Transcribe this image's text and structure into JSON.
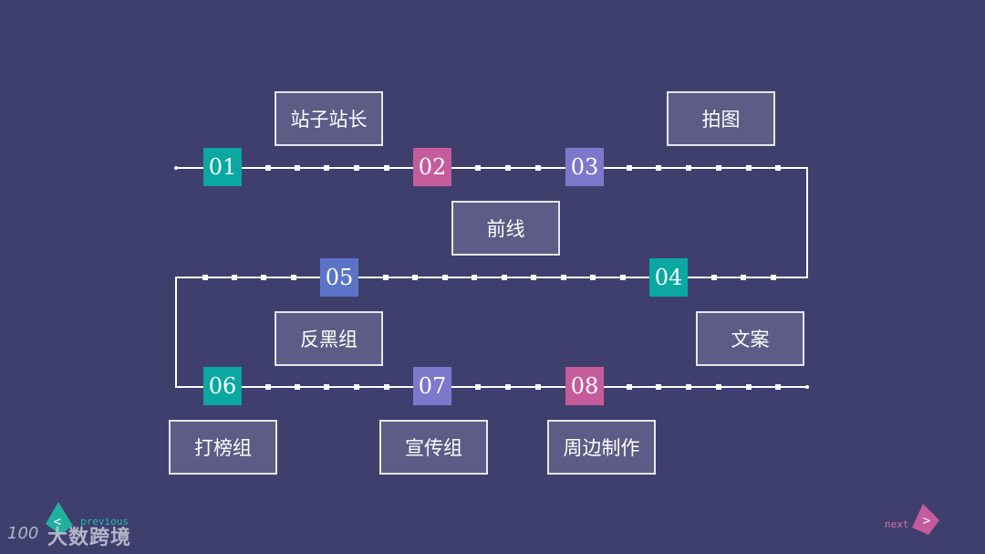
{
  "steps": [
    {
      "num": "01",
      "color": "#0aa8a0"
    },
    {
      "num": "02",
      "color": "#c45c9c"
    },
    {
      "num": "03",
      "color": "#7d78cc"
    },
    {
      "num": "04",
      "color": "#0aa8a0"
    },
    {
      "num": "05",
      "color": "#5b74c8"
    },
    {
      "num": "06",
      "color": "#0aa8a0"
    },
    {
      "num": "07",
      "color": "#7d78cc"
    },
    {
      "num": "08",
      "color": "#c45c9c"
    }
  ],
  "labels": [
    "站子站长",
    "拍图",
    "前线",
    "反黑组",
    "文案",
    "打榜组",
    "宣传组",
    "周边制作"
  ],
  "nav": {
    "prev_symbol": "<",
    "prev_text": "previous",
    "prev_color": "#20b0a0",
    "next_symbol": ">",
    "next_text": "next",
    "next_color": "#c45c9c"
  },
  "logo": {
    "mark": "100",
    "text": "大数跨境"
  },
  "colors": {
    "background": "#3f3f6e",
    "line": "#ffffff",
    "box_fill": "#5c5c87",
    "box_border": "#e6e6f0"
  }
}
